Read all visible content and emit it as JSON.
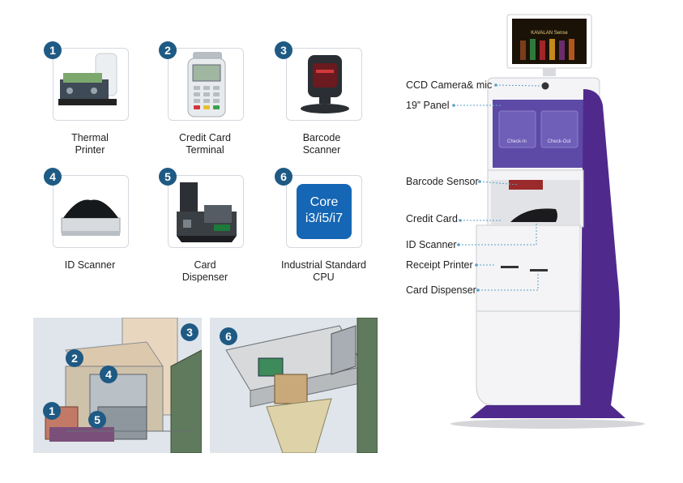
{
  "components": [
    {
      "number": "1",
      "label": "Thermal\nPrinter"
    },
    {
      "number": "2",
      "label": "Credit Card\nTerminal"
    },
    {
      "number": "3",
      "label": "Barcode\nScanner"
    },
    {
      "number": "4",
      "label": "ID Scanner"
    },
    {
      "number": "5",
      "label": "Card\nDispenser"
    },
    {
      "number": "6",
      "label": "Industrial Standard\nCPU"
    }
  ],
  "cpu_chip": {
    "line1": "Core",
    "line2": "i3/i5/i7"
  },
  "diagram_left_badges": [
    "1",
    "2",
    "3",
    "4",
    "5"
  ],
  "diagram_right_badges": [
    "6"
  ],
  "kiosk": {
    "screen_buttons": [
      "Check-In",
      "Check-Out"
    ],
    "top_display_brand": "KAVALAN Sense",
    "callouts": [
      "CCD Camera& mic",
      "19” Panel",
      "Barcode Sensor",
      "Credit Card",
      "ID Scanner",
      "Receipt Printer",
      "Card Dispenser"
    ]
  },
  "colors": {
    "badge": "#1e5a84",
    "kiosk_purple": "#4f2a8c",
    "kiosk_white": "#f4f4f6",
    "cpu_blue": "#1566b4",
    "callout_line": "#5aa0c8"
  }
}
